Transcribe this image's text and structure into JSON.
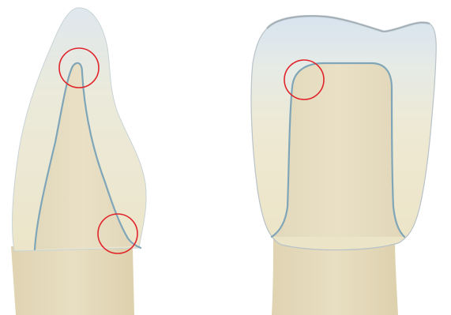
{
  "figure": {
    "background": "#ffffff",
    "colors": {
      "tooth_body": "#ebe3c8",
      "core": "#e6dcc0",
      "root": "#e2d7b6",
      "enamel_translucent": "#d9e4ec",
      "core_outline": "#7fa6b8",
      "highlight_circle": "#e0242a"
    },
    "views": [
      {
        "name": "side-profile",
        "highlight_markers": 2
      },
      {
        "name": "front-view",
        "highlight_markers": 1
      }
    ]
  }
}
